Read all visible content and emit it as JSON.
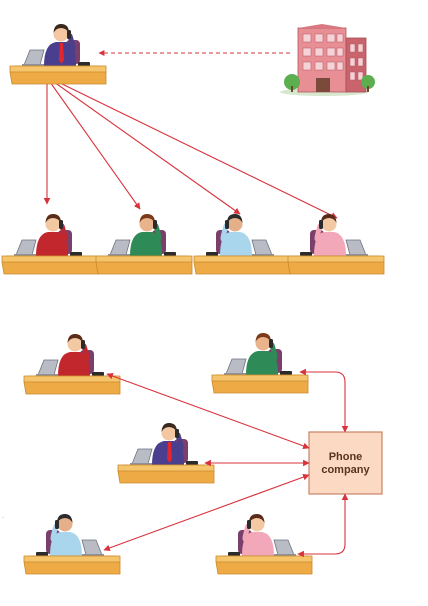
{
  "phone_company": {
    "line1": "Phone",
    "line2": "company"
  },
  "colors": {
    "arrow": "#d8333d",
    "desk_top": "#f6c46a",
    "desk_front": "#eeaa44",
    "desk_edge": "#c98a2e",
    "box_fill": "#fbd9c3",
    "box_stroke": "#c98466",
    "building": "#e78f95",
    "building_dark": "#c9646d",
    "tree": "#5cae4f"
  },
  "figures": [
    {
      "id": "boss",
      "shirt": "#4a3f8f",
      "tie": "#e1262d",
      "hair": "#3a2a1d",
      "skin": "#f2c7a1",
      "laptop": "#b9bcc4"
    },
    {
      "id": "top-1",
      "shirt": "#c1272d",
      "tie": null,
      "hair": "#5a2d1a",
      "skin": "#f3c9a3",
      "laptop": "#b9bcc4"
    },
    {
      "id": "top-2",
      "shirt": "#2e8b57",
      "tie": null,
      "hair": "#7a3a1b",
      "skin": "#e9b48c",
      "laptop": "#b9bcc4"
    },
    {
      "id": "top-3",
      "shirt": "#a9d6ec",
      "tie": null,
      "hair": "#2c2c2c",
      "skin": "#e5b089",
      "laptop": "#b9bcc4"
    },
    {
      "id": "top-4",
      "shirt": "#f2a8b8",
      "tie": null,
      "hair": "#5a2a1a",
      "skin": "#f3c9a3",
      "laptop": "#b9bcc4"
    },
    {
      "id": "bottom-1",
      "shirt": "#c1272d",
      "tie": null,
      "hair": "#5a2d1a",
      "skin": "#f3c9a3",
      "laptop": "#b9bcc4"
    },
    {
      "id": "bottom-2",
      "shirt": "#2e8b57",
      "tie": null,
      "hair": "#7a3a1b",
      "skin": "#e9b48c",
      "laptop": "#b9bcc4"
    },
    {
      "id": "bottom-3",
      "shirt": "#4a3f8f",
      "tie": "#e1262d",
      "hair": "#3a2a1d",
      "skin": "#f2c7a1",
      "laptop": "#b9bcc4"
    },
    {
      "id": "bottom-4",
      "shirt": "#a9d6ec",
      "tie": null,
      "hair": "#2c2c2c",
      "skin": "#e5b089",
      "laptop": "#b9bcc4"
    },
    {
      "id": "bottom-5",
      "shirt": "#f2a8b8",
      "tie": null,
      "hair": "#5a2a1a",
      "skin": "#f3c9a3",
      "laptop": "#b9bcc4"
    }
  ]
}
